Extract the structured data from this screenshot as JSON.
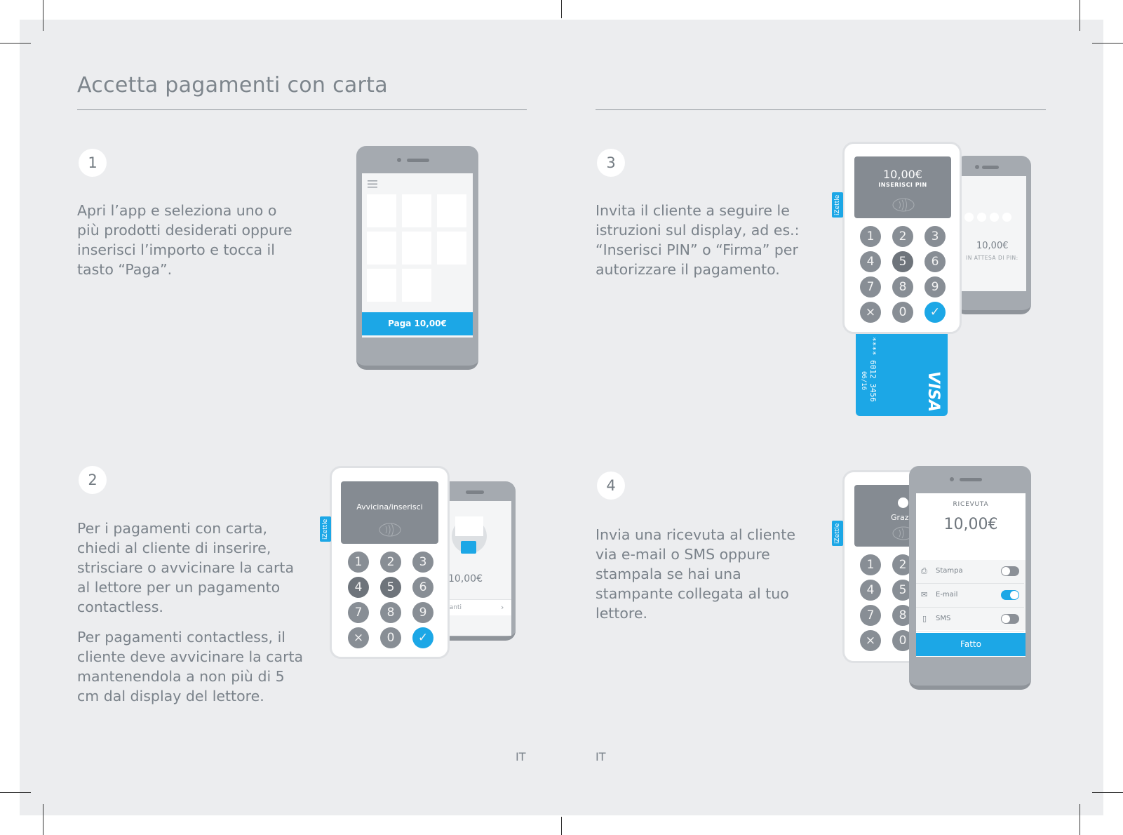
{
  "title": "Accetta pagamenti con carta",
  "steps": [
    {
      "number": "1",
      "text": "Apri l’app e seleziona uno o più prodotti desiderati oppure inserisci l’importo e tocca il tasto “Paga”."
    },
    {
      "number": "2",
      "text": "Per i pagamenti con carta, chiedi al cliente di inserire, strisciare o avvicinare la carta al lettore per un pagamento contactless.",
      "text2": "Per pagamenti contactless, il cliente deve avvicinare la carta mantenendola a non più di 5 cm dal display del lettore."
    },
    {
      "number": "3",
      "text": "Invita il cliente a seguire le istruzioni sul display, ad es.: “Inserisci PIN” o “Firma” per autorizzare il pagamento."
    },
    {
      "number": "4",
      "text": "Invia una ricevuta al cliente via e-mail o SMS oppure stampala se hai una stampante collegata al tuo lettore."
    }
  ],
  "illustrations": {
    "pay_button": "Paga 10,00€",
    "reader_brand": "iZettle",
    "reader2_display": "Avvicina/inserisci",
    "phone2_amount": "10,00€",
    "phone2_footer": "ontanti",
    "reader3_amount": "10,00€",
    "reader3_label": "INSERISCI PIN",
    "phone3_amount": "10,00€",
    "phone3_status": "IN ATTESA DI PIN:",
    "card_number": "**** 6012 3456",
    "card_expiry": "06/16",
    "card_brand": "VISA",
    "reader4_display": "Graz",
    "receipt_title": "RICEVUTA",
    "receipt_amount": "10,00€",
    "receipt_options": [
      "Stampa",
      "E-mail",
      "SMS"
    ],
    "receipt_done": "Fatto",
    "keys": [
      "1",
      "2",
      "3",
      "4",
      "5",
      "6",
      "7",
      "8",
      "9",
      "×",
      "0",
      "✓"
    ],
    "icons": [
      "menu-icon",
      "contactless-icon",
      "card-icon",
      "smiley-icon",
      "chevron-right-icon",
      "printer-icon",
      "mail-icon",
      "phone-icon",
      "check-icon",
      "cross-icon"
    ]
  },
  "footer": {
    "left": "IT",
    "right": "IT"
  },
  "colors": {
    "accent": "#1ca7e6",
    "text": "#7a828a",
    "background": "#ecedef"
  }
}
